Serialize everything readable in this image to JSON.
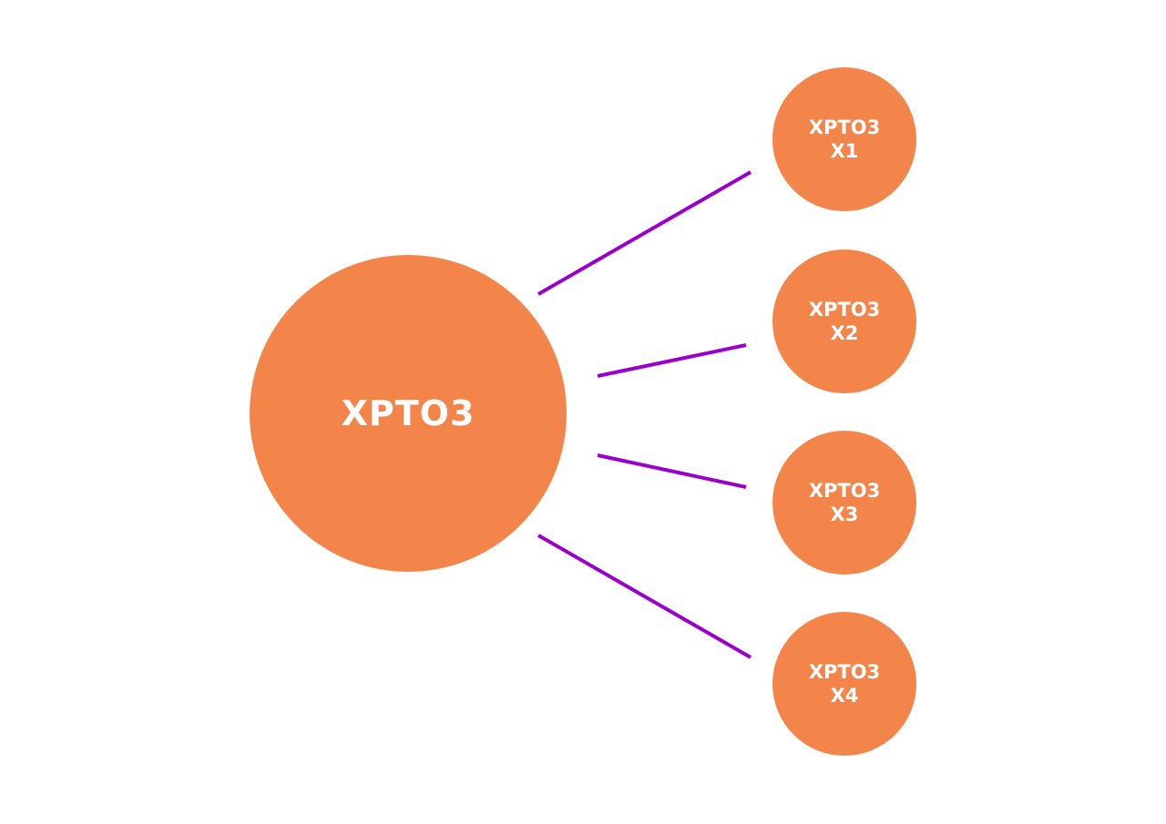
{
  "colors": {
    "node": "#F4854A",
    "edge": "#9A00CC",
    "text": "#FFFFFF"
  },
  "root": {
    "label": "XPTO3"
  },
  "children": [
    {
      "line1": "XPTO3",
      "line2": "X1"
    },
    {
      "line1": "XPTO3",
      "line2": "X2"
    },
    {
      "line1": "XPTO3",
      "line2": "X3"
    },
    {
      "line1": "XPTO3",
      "line2": "X4"
    }
  ]
}
